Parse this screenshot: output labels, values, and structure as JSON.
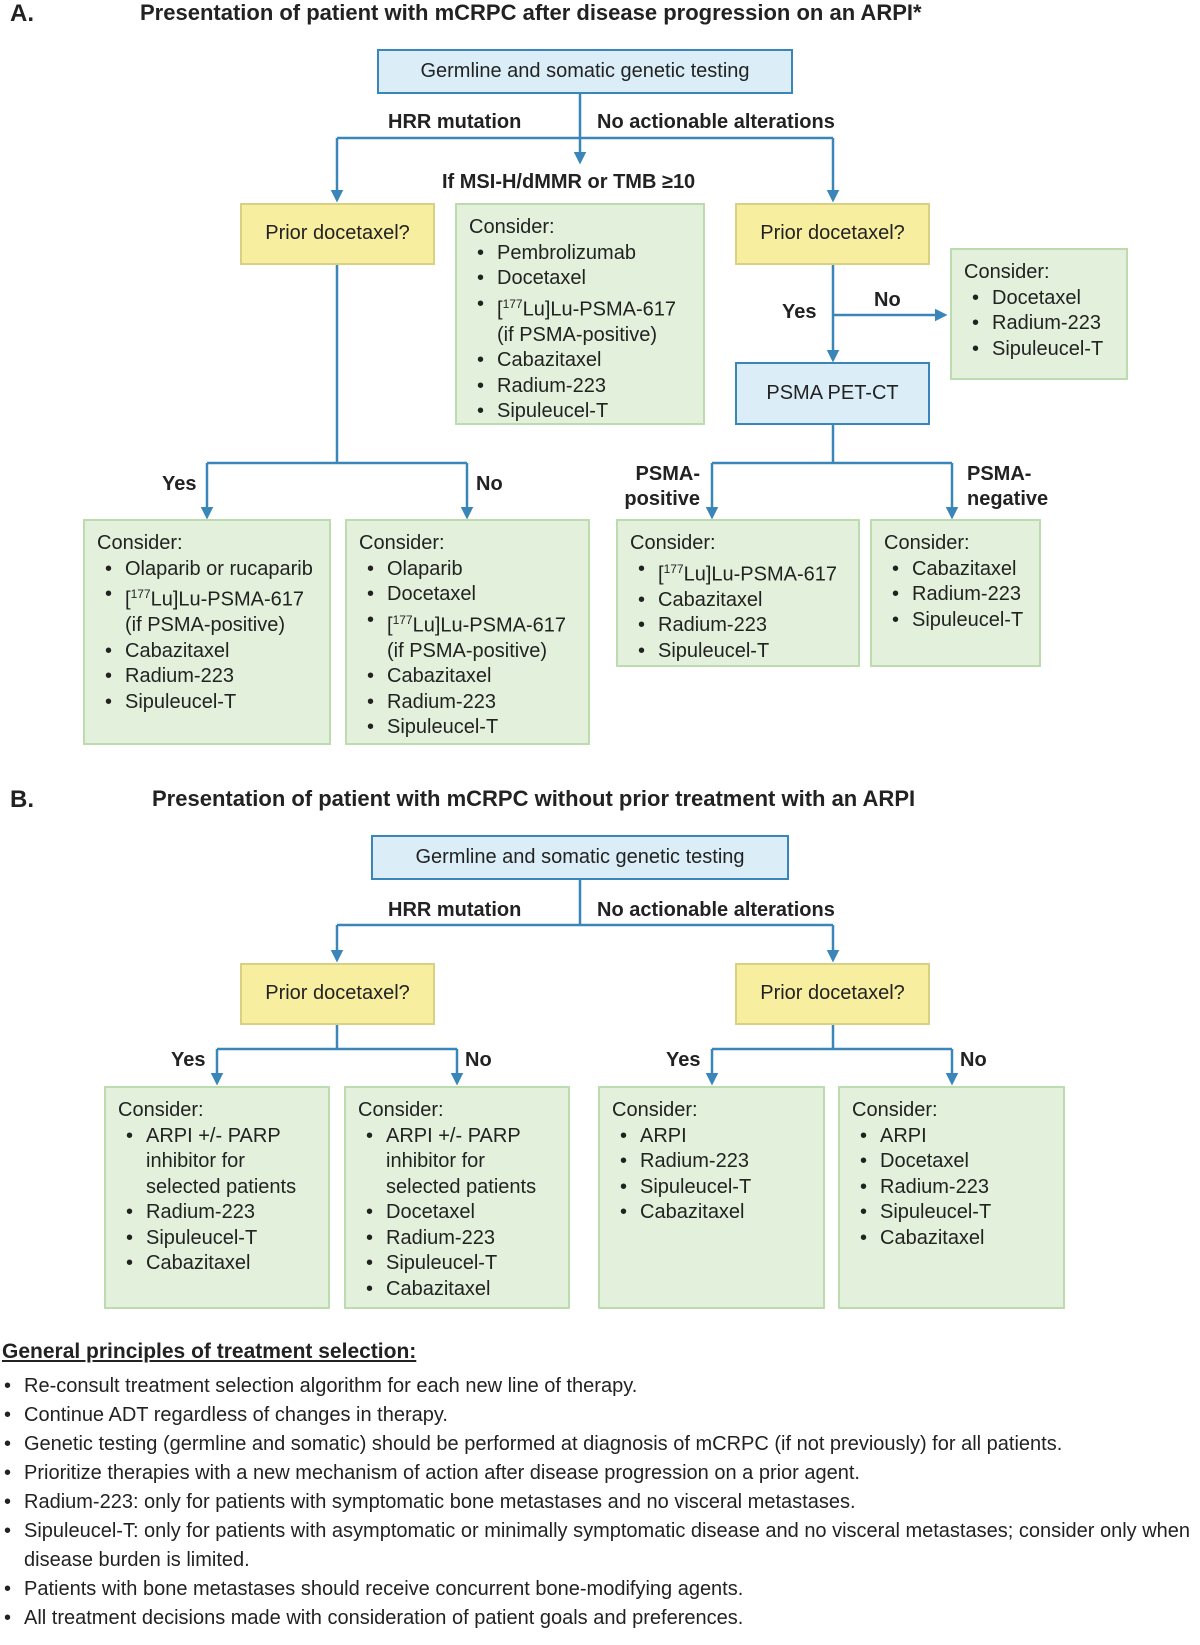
{
  "panel_a": {
    "letter": "A.",
    "title": "Presentation of patient with mCRPC after disease progression on an ARPI*",
    "testing": "Germline and somatic genetic testing",
    "branch_hrr": "HRR mutation",
    "branch_no_actionable": "No actionable alterations",
    "msi_label": "If MSI-H/dMMR or TMB ≥10",
    "msi_box": {
      "consider": "Consider:",
      "items": [
        "Pembrolizumab",
        "Docetaxel",
        "[177Lu]Lu-PSMA-617 (if PSMA-positive)",
        "Cabazitaxel",
        "Radium-223",
        "Sipuleucel-T"
      ]
    },
    "prior_left": "Prior docetaxel?",
    "prior_right": "Prior docetaxel?",
    "yes_left": "Yes",
    "no_left": "No",
    "yes_right": "Yes",
    "no_right": "No",
    "psma_petct": "PSMA PET-CT",
    "psma_positive": "PSMA-positive",
    "psma_negative": "PSMA-negative",
    "no_prior_box": {
      "consider": "Consider:",
      "items": [
        "Docetaxel",
        "Radium-223",
        "Sipuleucel-T"
      ]
    },
    "hrr_yes_box": {
      "consider": "Consider:",
      "items": [
        "Olaparib or rucaparib",
        "[177Lu]Lu-PSMA-617 (if PSMA-positive)",
        "Cabazitaxel",
        "Radium-223",
        "Sipuleucel-T"
      ]
    },
    "hrr_no_box": {
      "consider": "Consider:",
      "items": [
        "Olaparib",
        "Docetaxel",
        "[177Lu]Lu-PSMA-617 (if PSMA-positive)",
        "Cabazitaxel",
        "Radium-223",
        "Sipuleucel-T"
      ]
    },
    "psma_pos_box": {
      "consider": "Consider:",
      "items": [
        "[177Lu]Lu-PSMA-617",
        "Cabazitaxel",
        "Radium-223",
        "Sipuleucel-T"
      ]
    },
    "psma_neg_box": {
      "consider": "Consider:",
      "items": [
        "Cabazitaxel",
        "Radium-223",
        "Sipuleucel-T"
      ]
    }
  },
  "panel_b": {
    "letter": "B.",
    "title": "Presentation of patient with mCRPC without prior treatment with an ARPI",
    "testing": "Germline and somatic genetic testing",
    "branch_hrr": "HRR mutation",
    "branch_no_actionable": "No actionable alterations",
    "prior_left": "Prior docetaxel?",
    "prior_right": "Prior docetaxel?",
    "yes_1": "Yes",
    "no_1": "No",
    "yes_2": "Yes",
    "no_2": "No",
    "box_1": {
      "consider": "Consider:",
      "items": [
        "ARPI +/- PARP inhibitor for selected patients",
        "Radium-223",
        "Sipuleucel-T",
        "Cabazitaxel"
      ]
    },
    "box_2": {
      "consider": "Consider:",
      "items": [
        "ARPI +/- PARP inhibitor for selected patients",
        "Docetaxel",
        "Radium-223",
        "Sipuleucel-T",
        "Cabazitaxel"
      ]
    },
    "box_3": {
      "consider": "Consider:",
      "items": [
        "ARPI",
        "Radium-223",
        "Sipuleucel-T",
        "Cabazitaxel"
      ]
    },
    "box_4": {
      "consider": "Consider:",
      "items": [
        "ARPI",
        "Docetaxel",
        "Radium-223",
        "Sipuleucel-T",
        "Cabazitaxel"
      ]
    }
  },
  "principles": {
    "heading": "General principles of treatment selection:",
    "items": [
      "Re-consult treatment selection algorithm for each new line of therapy.",
      "Continue ADT regardless of changes in therapy.",
      "Genetic testing (germline and somatic) should be performed at diagnosis of mCRPC (if not previously) for all patients.",
      "Prioritize therapies with a new mechanism of action after disease progression on a prior agent.",
      "Radium-223: only for patients with symptomatic bone metastases and no visceral metastases.",
      "Sipuleucel-T: only for patients with asymptomatic or minimally symptomatic disease and no visceral metastases; consider only when disease burden is limited.",
      "Patients with bone metastases should receive concurrent bone-modifying agents.",
      "All treatment decisions made with consideration of patient goals and preferences."
    ]
  },
  "colors": {
    "connector": "#3a86b8",
    "test_box_fill": "#dbeef8",
    "question_box_fill": "#f7ee9f",
    "option_box_fill": "#e3f1dc"
  }
}
